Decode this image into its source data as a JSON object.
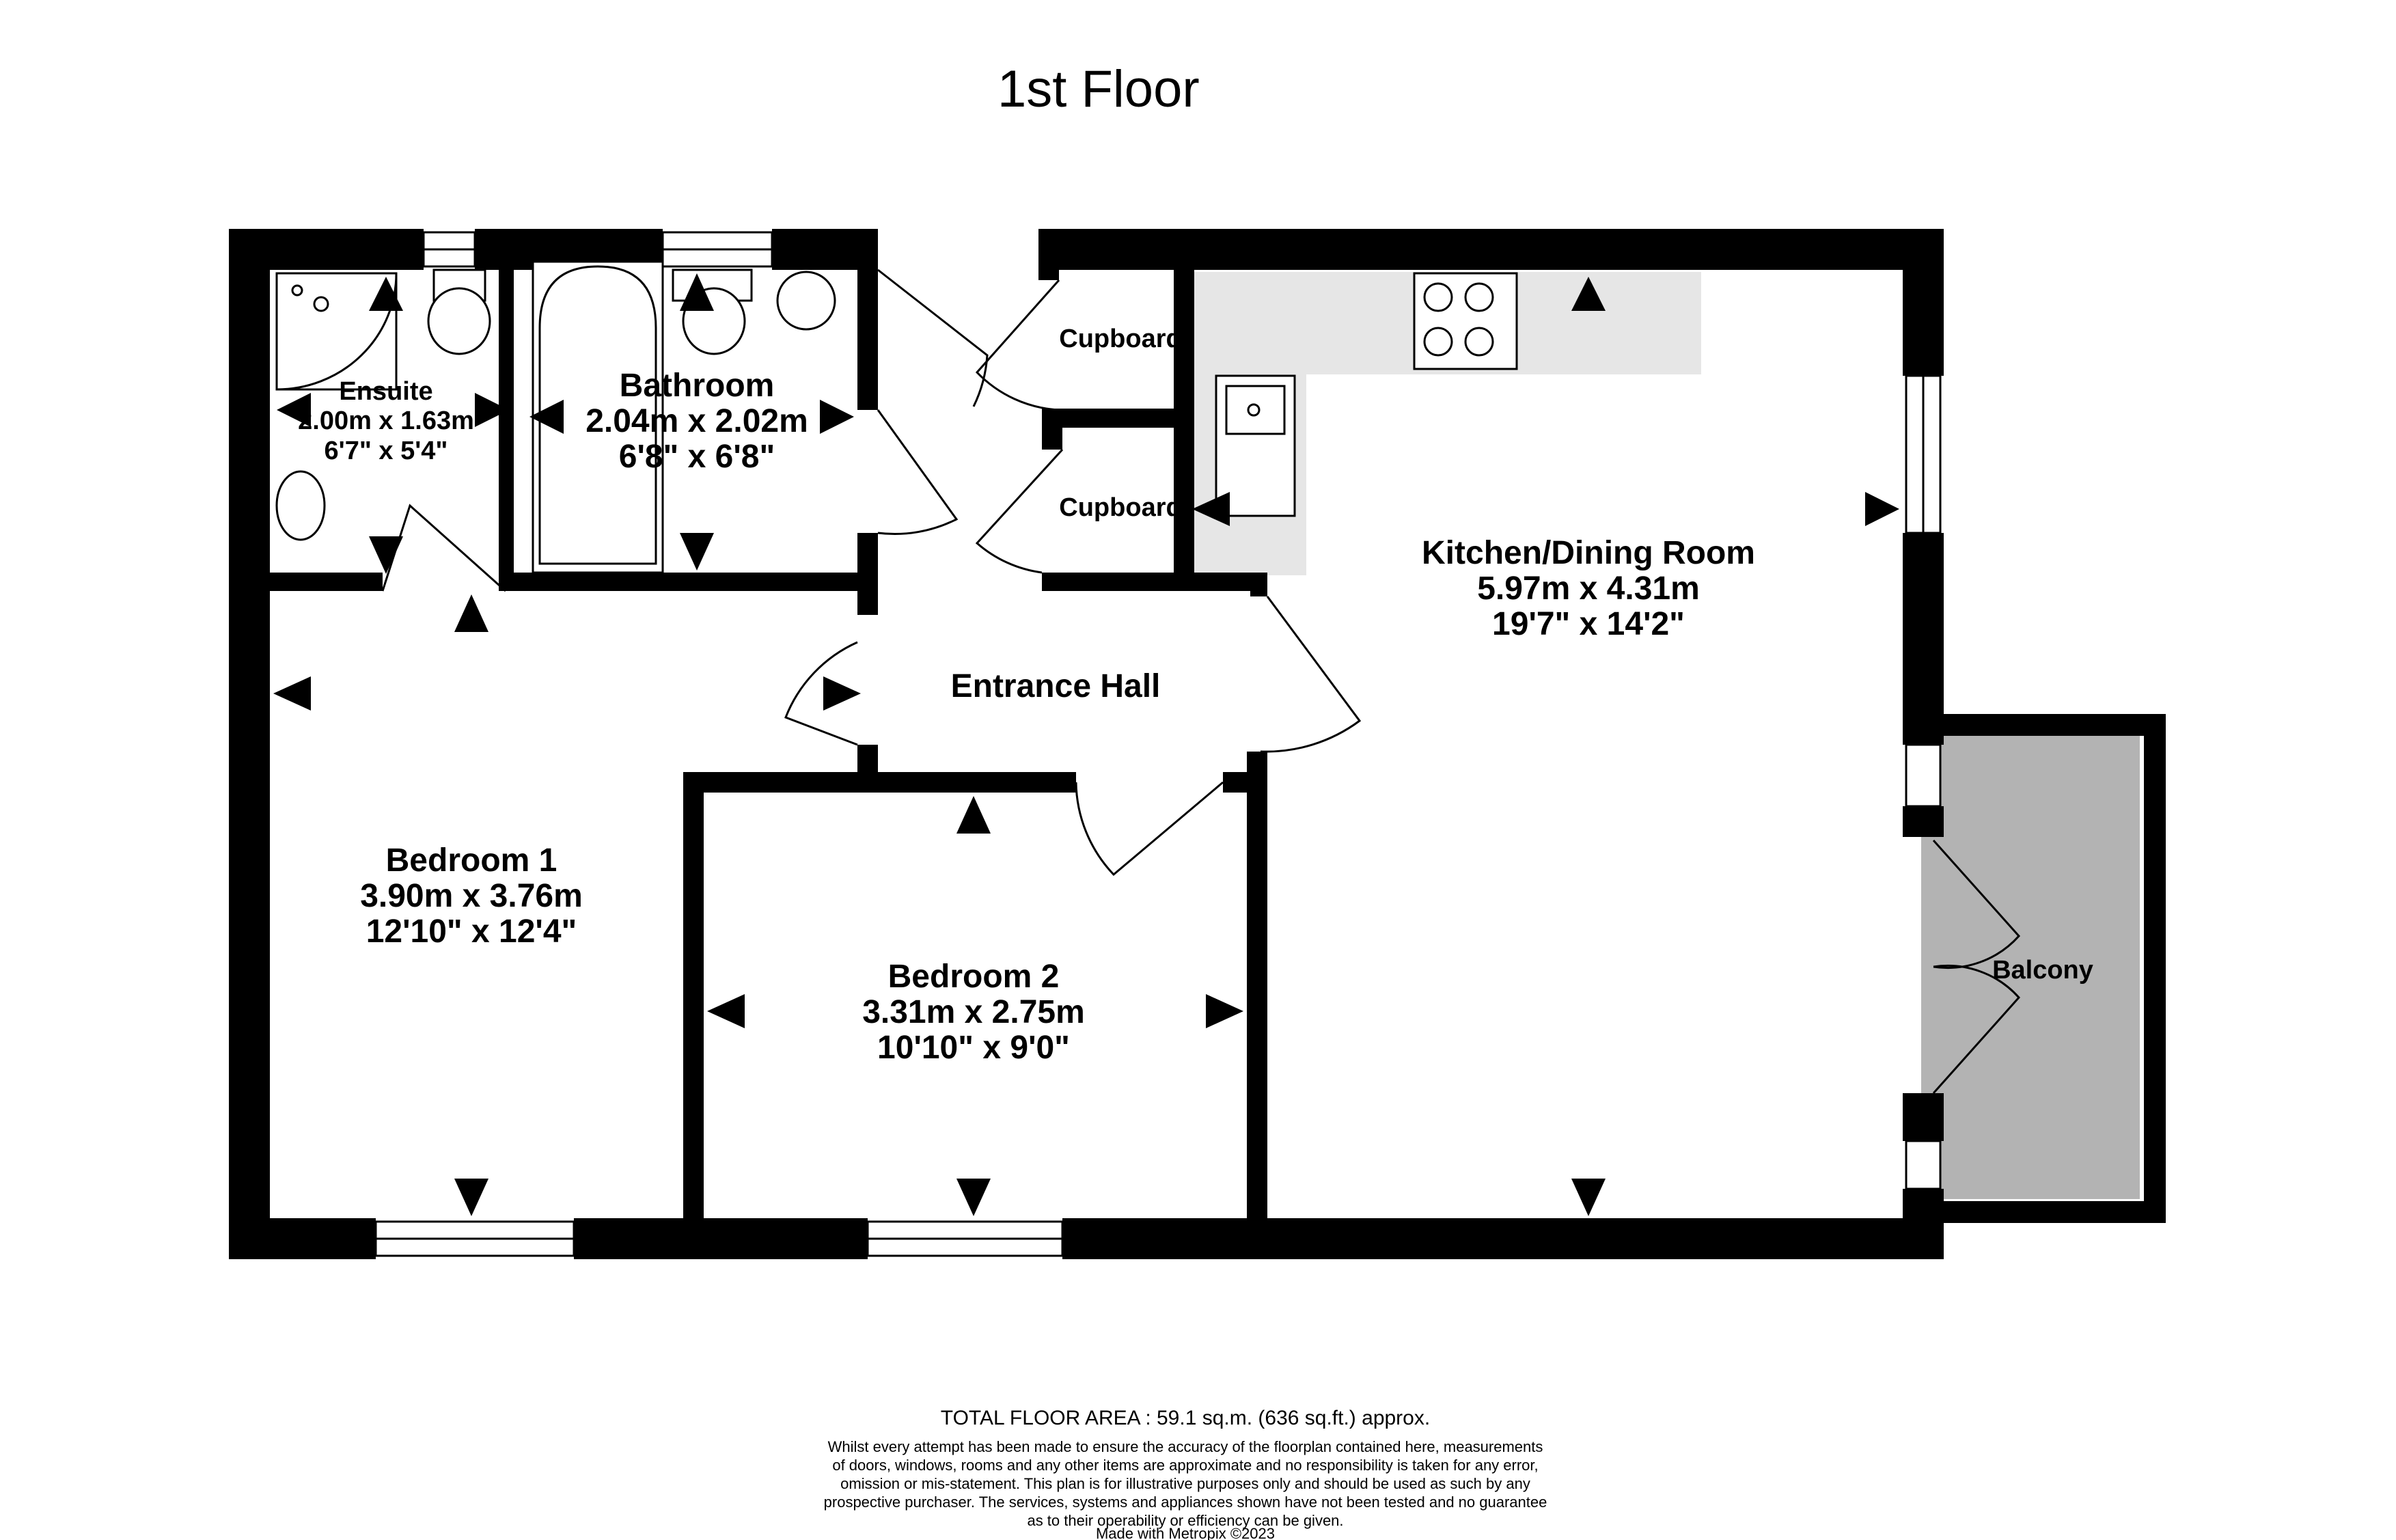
{
  "floor_title": "1st Floor",
  "rooms": {
    "ensuite": {
      "name": "Ensuite",
      "metric": "2.00m  x 1.63m",
      "imperial": "6'7\"  x 5'4\""
    },
    "bathroom": {
      "name": "Bathroom",
      "metric": "2.04m  x 2.02m",
      "imperial": "6'8\"  x 6'8\""
    },
    "cupboard_1": {
      "name": "Cupboard"
    },
    "cupboard_2": {
      "name": "Cupboard"
    },
    "kitchen": {
      "name": "Kitchen/Dining Room",
      "metric": "5.97m  x 4.31m",
      "imperial": "19'7\"  x 14'2\""
    },
    "entrance_hall": {
      "name": "Entrance Hall"
    },
    "bedroom_1": {
      "name": "Bedroom 1",
      "metric": "3.90m  x 3.76m",
      "imperial": "12'10\"  x 12'4\""
    },
    "bedroom_2": {
      "name": "Bedroom 2",
      "metric": "3.31m  x 2.75m",
      "imperial": "10'10\"  x 9'0\""
    },
    "balcony": {
      "name": "Balcony"
    }
  },
  "colors": {
    "wall": "#000000",
    "kitchen_counter": "#e6e6e6",
    "balcony": "#b3b3b3"
  },
  "footer": {
    "total_area": "TOTAL FLOOR AREA : 59.1 sq.m. (636 sq.ft.) approx.",
    "disclaimer_lines": [
      "Whilst every attempt has been made to ensure the accuracy of the floorplan contained here, measurements",
      "of doors, windows, rooms and any other items are approximate and no responsibility is taken for any error,",
      "omission or mis-statement. This plan is for illustrative purposes only and should be used as such by any",
      "prospective purchaser. The services, systems and appliances shown have not been tested and no guarantee",
      "as to their operability or efficiency can be given."
    ],
    "credit": "Made with Metropix ©2023"
  }
}
